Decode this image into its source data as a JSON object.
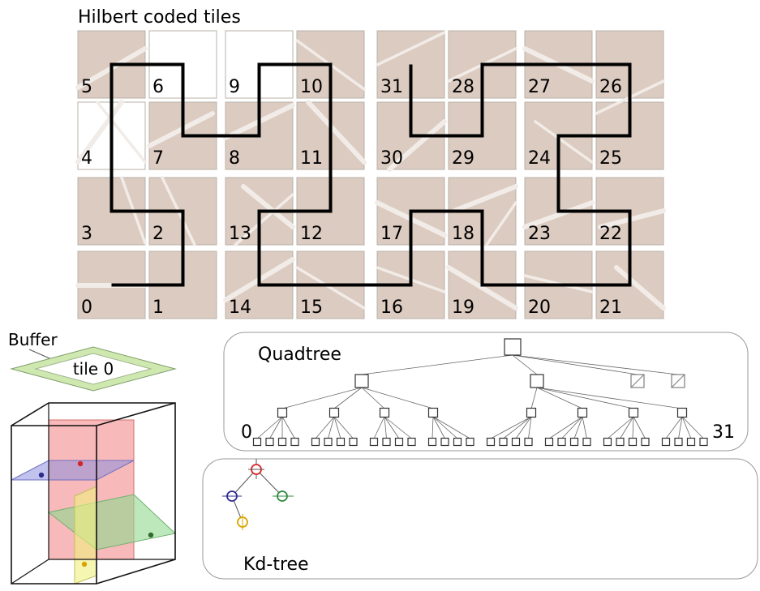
{
  "title": "Hilbert coded tiles",
  "tiles": [
    {
      "n": "5",
      "blank": false
    },
    {
      "n": "6",
      "blank": true
    },
    {
      "n": "9",
      "blank": true
    },
    {
      "n": "10",
      "blank": false
    },
    {
      "n": "31",
      "blank": false
    },
    {
      "n": "28",
      "blank": false
    },
    {
      "n": "27",
      "blank": false
    },
    {
      "n": "26",
      "blank": false
    },
    {
      "n": "4",
      "blank": true
    },
    {
      "n": "7",
      "blank": false
    },
    {
      "n": "8",
      "blank": false
    },
    {
      "n": "11",
      "blank": false
    },
    {
      "n": "30",
      "blank": false
    },
    {
      "n": "29",
      "blank": false
    },
    {
      "n": "24",
      "blank": false
    },
    {
      "n": "25",
      "blank": false
    },
    {
      "n": "3",
      "blank": false
    },
    {
      "n": "2",
      "blank": false
    },
    {
      "n": "13",
      "blank": false
    },
    {
      "n": "12",
      "blank": false
    },
    {
      "n": "17",
      "blank": false
    },
    {
      "n": "18",
      "blank": false
    },
    {
      "n": "23",
      "blank": false
    },
    {
      "n": "22",
      "blank": false
    },
    {
      "n": "0",
      "blank": false
    },
    {
      "n": "1",
      "blank": false
    },
    {
      "n": "14",
      "blank": false
    },
    {
      "n": "15",
      "blank": false
    },
    {
      "n": "16",
      "blank": false
    },
    {
      "n": "19",
      "blank": false
    },
    {
      "n": "20",
      "blank": false
    },
    {
      "n": "21",
      "blank": false
    }
  ],
  "buffer": {
    "label": "Buffer",
    "tile_label": "tile 0"
  },
  "quadtree": {
    "label": "Quadtree",
    "first_leaf": "0",
    "last_leaf": "31"
  },
  "kdtree": {
    "label": "Kd-tree"
  },
  "colors": {
    "tile_bg": "#dccbc0",
    "red": "#d62728",
    "blue": "#2c2c8c",
    "green": "#2e8b3e",
    "yellow": "#d9a400",
    "buffer_green": "#cfe8b0"
  }
}
